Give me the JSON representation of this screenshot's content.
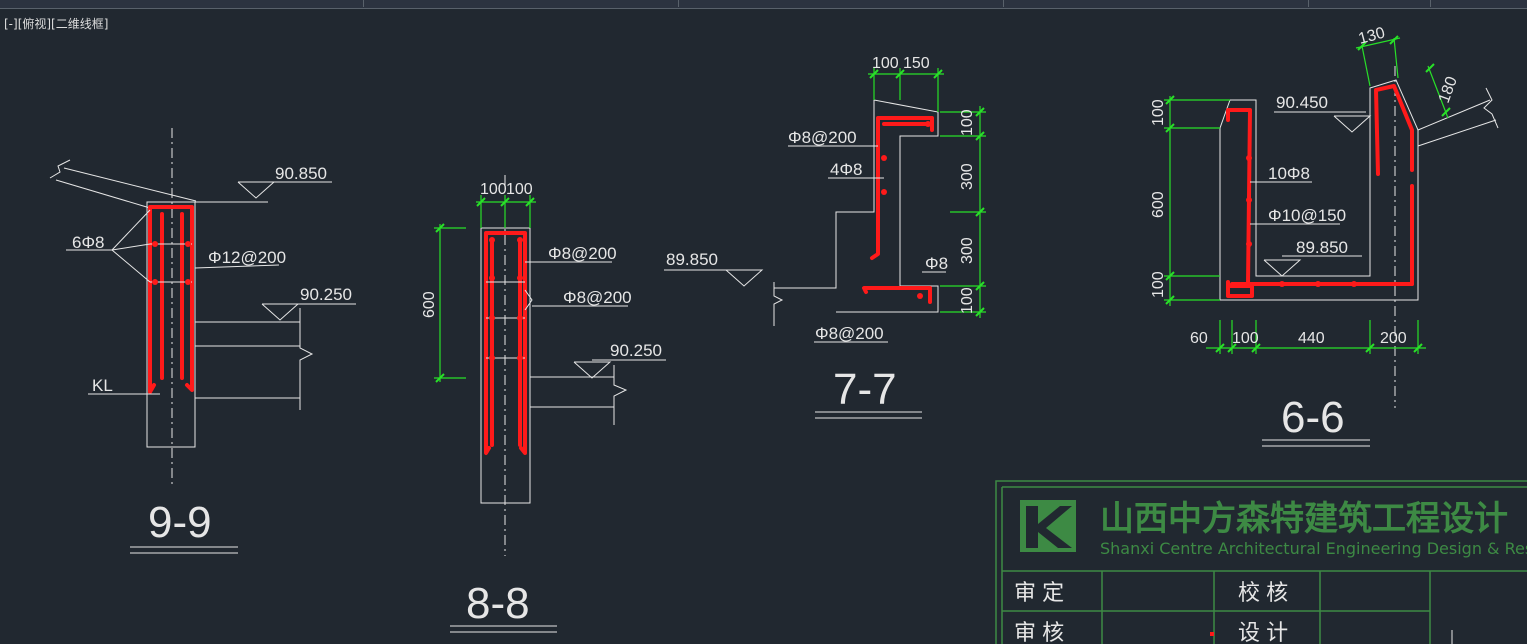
{
  "viewport_label": "[-][俯视][二维线框]",
  "colors": {
    "background": "#212830",
    "line": "#e6e6e6",
    "rebar": "#ff1a1a",
    "dimension": "#28e028",
    "title_block": "#3d8a44"
  },
  "section_9_9": {
    "title": "9-9",
    "elev_top": "90.850",
    "elev_slab": "90.250",
    "bar_count": "6Φ8",
    "stirrup": "Φ12@200",
    "beam": "KL"
  },
  "section_8_8": {
    "title": "8-8",
    "dim_a": "100",
    "dim_b": "100",
    "dim_height": "600",
    "stirrup_1": "Φ8@200",
    "stirrup_2": "Φ8@200",
    "elev": "90.250"
  },
  "section_7_7": {
    "title": "7-7",
    "dim_a": "100",
    "dim_b": "150",
    "stirrup_top": "Φ8@200",
    "bars": "4Φ8",
    "elev": "89.850",
    "bar_single": "Φ8",
    "stirrup_bottom": "Φ8@200",
    "dim_v1": "100",
    "dim_v2": "300",
    "dim_v3": "300",
    "dim_v4": "100"
  },
  "section_6_6": {
    "title": "6-6",
    "dim_top": "130",
    "dim_slope": "180",
    "elev_top": "90.450",
    "bars": "10Φ8",
    "stirrup": "Φ10@150",
    "elev_bottom": "89.850",
    "dim_v1": "100",
    "dim_v2": "600",
    "dim_v3": "100",
    "dim_h1": "60",
    "dim_h2": "100",
    "dim_h3": "440",
    "dim_h4": "200"
  },
  "title_block": {
    "company_cn": "山西中方森特建筑工程设计",
    "company_en": "Shanxi Centre Architectural Engineering Design & Res",
    "row1_label1": "审 定",
    "row1_label2": "校 核",
    "row2_label1": "审 核",
    "row2_label2": "设 计"
  }
}
